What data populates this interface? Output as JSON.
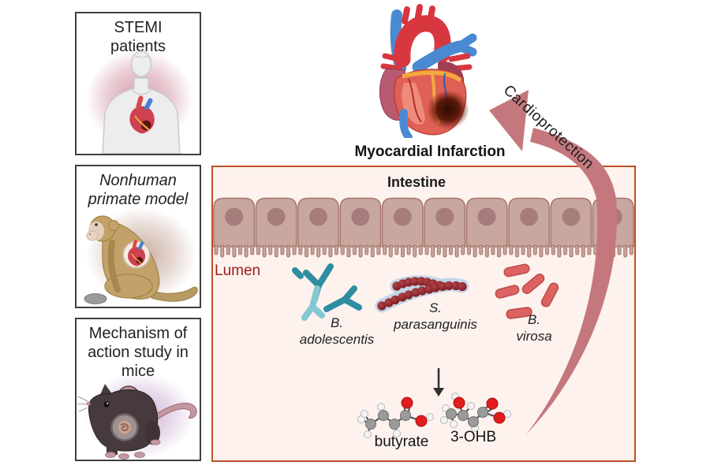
{
  "left_panels": [
    {
      "title": "STEMI patients",
      "illustration": "human-torso-with-heart"
    },
    {
      "title": "Nonhuman primate model",
      "illustration": "sitting-monkey-with-heart-inset"
    },
    {
      "title": "Mechanism of action study in mice",
      "illustration": "mouse-with-gut-inset"
    }
  ],
  "heart_caption": "Myocardial Infarction",
  "cardioprotection_label": "Cardioprotection",
  "intestine": {
    "title": "Intestine",
    "lumen": "Lumen"
  },
  "bacteria": [
    {
      "line1": "B.",
      "line2": "adolescentis",
      "morphology": "branched-teal-bifid-rods"
    },
    {
      "line1": "S.",
      "line2": "parasanguinis",
      "morphology": "dark-red-cocci-chains-with-capsule"
    },
    {
      "line1": "B.",
      "line2": "virosa",
      "morphology": "red-rods"
    }
  ],
  "metabolites": [
    {
      "label": "butyrate",
      "illustration": "ball-and-stick-molecule"
    },
    {
      "label": "3-OHB",
      "illustration": "ball-and-stick-molecule"
    }
  ],
  "colors": {
    "intestine_border": "#bf4f26",
    "intestine_fill": "#fdf2ee",
    "lumen_text": "#9e1b1b",
    "cardio_arrow": "#c4787e",
    "epithelium_cell": "#c7a79e",
    "epithelium_nucleus": "#a77d7c",
    "teal_dark": "#2d8da1",
    "teal_light": "#85c8d2",
    "coccus_red": "#8f2127",
    "rod_red": "#dd6363"
  }
}
